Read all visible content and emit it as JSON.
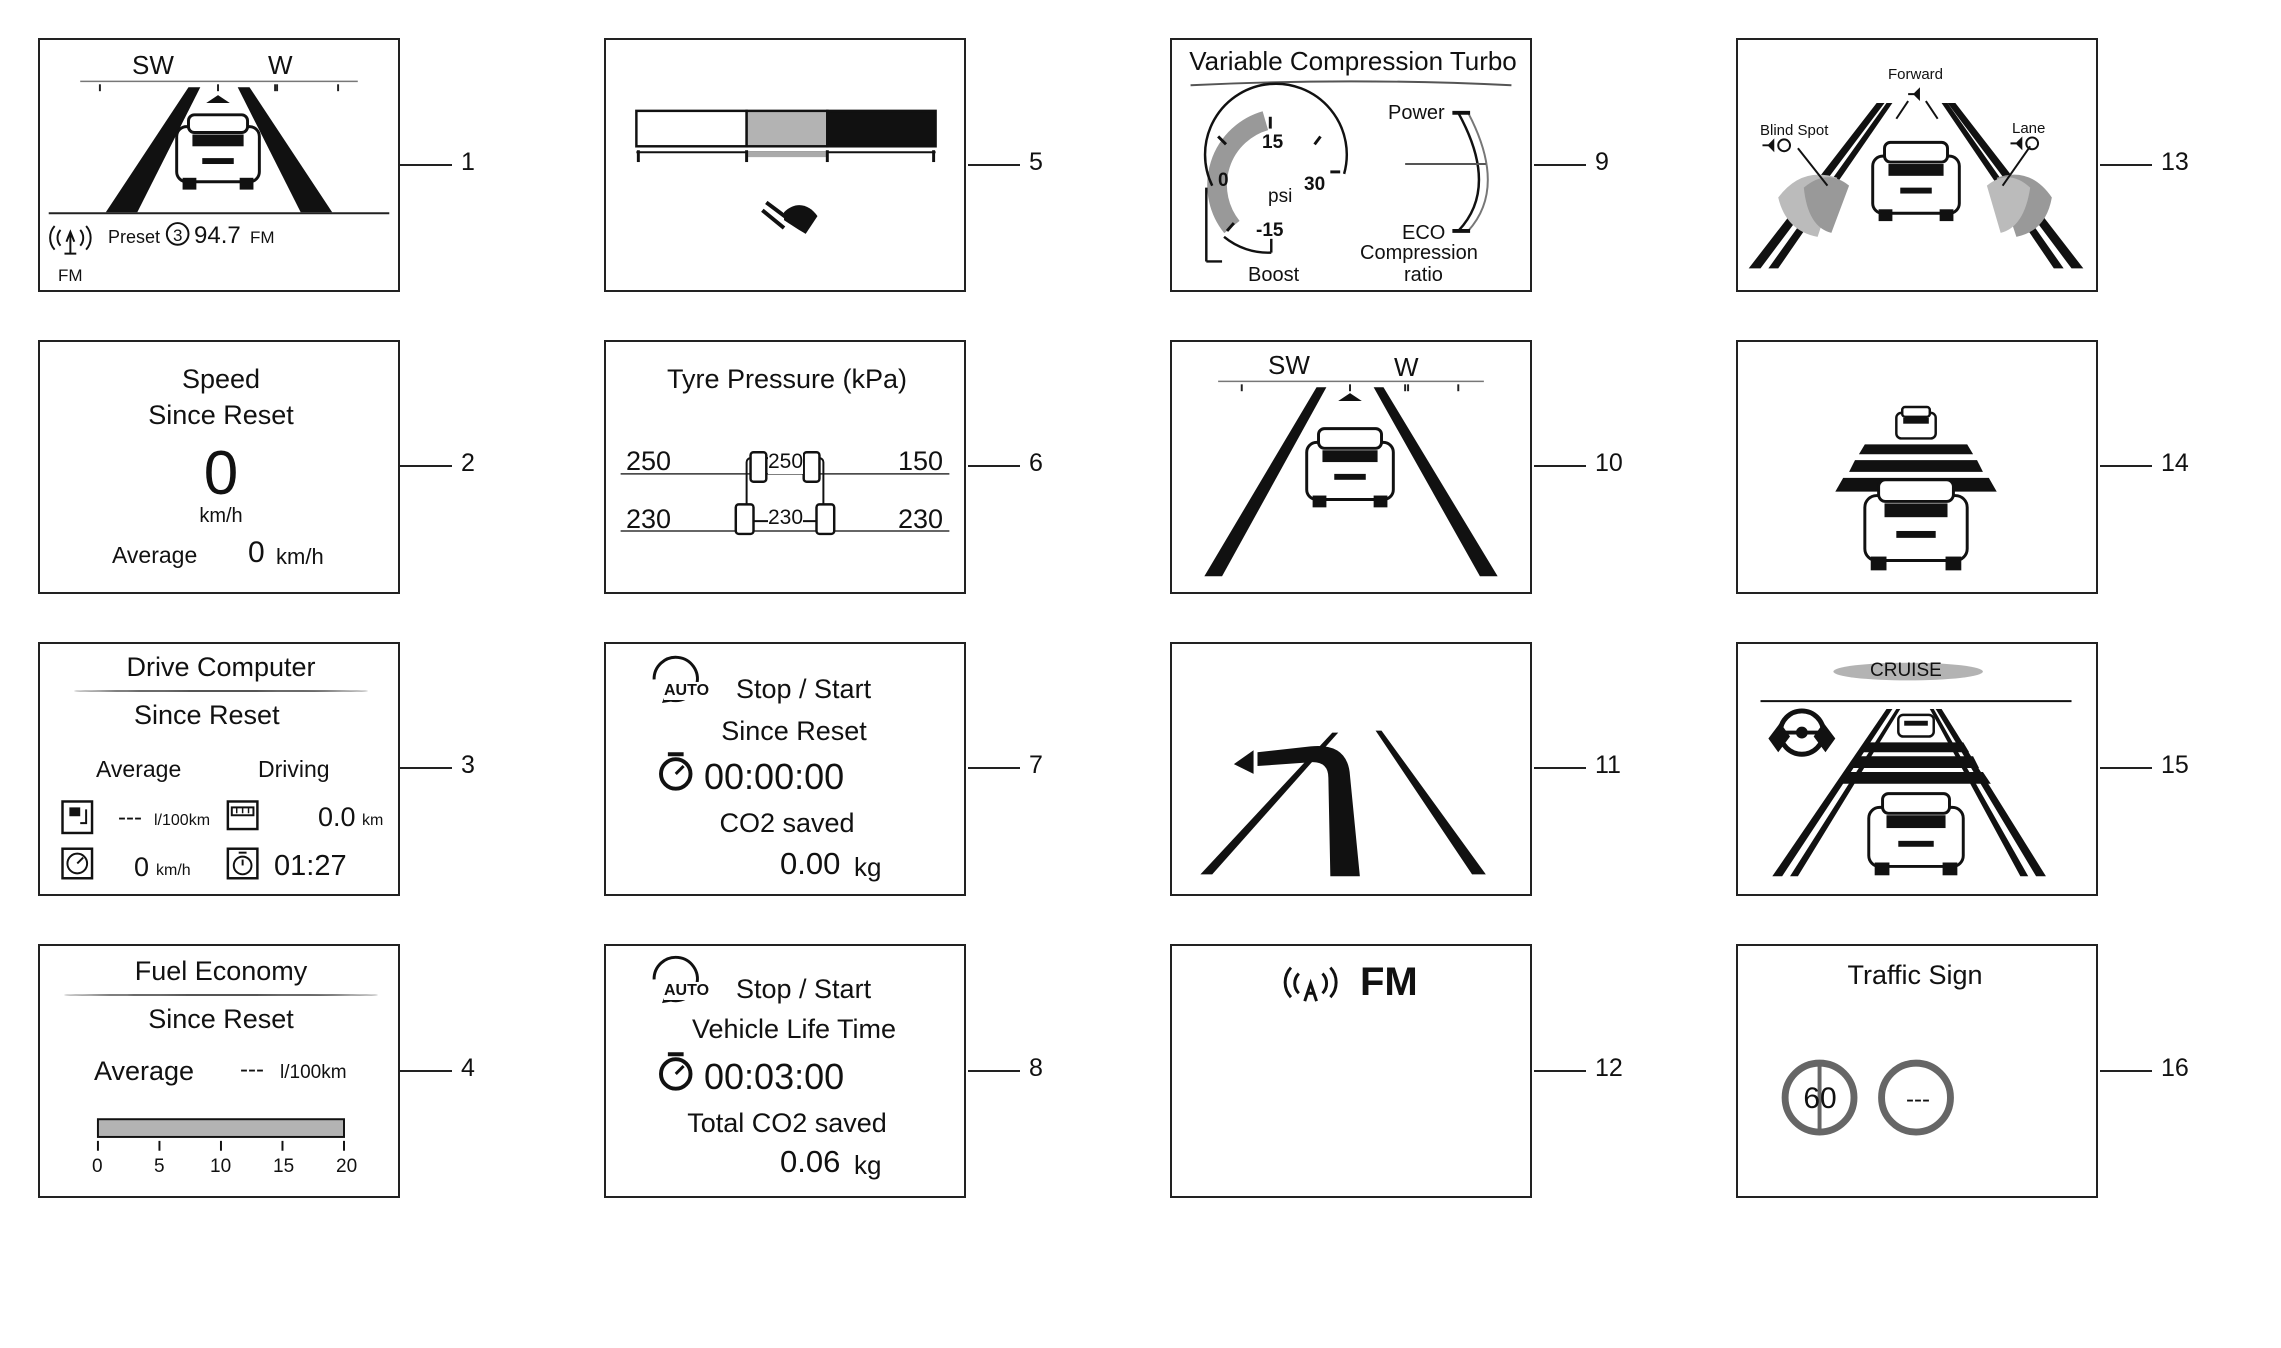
{
  "panels": [
    {
      "num": "1",
      "compass_left": "SW",
      "compass_right": "W",
      "preset_label": "Preset",
      "preset_no": "3",
      "freq": "94.7",
      "band": "FM",
      "band_icon_label": "FM"
    },
    {
      "num": "2",
      "title1": "Speed",
      "title2": "Since Reset",
      "value": "0",
      "unit": "km/h",
      "avg_label": "Average",
      "avg_value": "0",
      "avg_unit": "km/h"
    },
    {
      "num": "3",
      "title": "Drive Computer",
      "sub": "Since Reset",
      "col1": "Average",
      "col2": "Driving",
      "fuel_value": "---",
      "fuel_unit": "l/100km",
      "dist_value": "0.0",
      "dist_unit": "km",
      "speed_value": "0",
      "speed_unit": "km/h",
      "time_value": "01:27"
    },
    {
      "num": "4",
      "title": "Fuel Economy",
      "sub": "Since Reset",
      "avg_label": "Average",
      "avg_value": "---",
      "avg_unit": "l/100km",
      "scale": [
        "0",
        "5",
        "10",
        "15",
        "20"
      ]
    },
    {
      "num": "5"
    },
    {
      "num": "6",
      "title": "Tyre Pressure (kPa)",
      "fl": "250",
      "fr": "150",
      "rl": "230",
      "rr": "230",
      "fc": "250",
      "rc": "230"
    },
    {
      "num": "7",
      "auto": "AUTO",
      "title": "Stop / Start",
      "sub": "Since Reset",
      "time": "00:00:00",
      "co2_label": "CO2 saved",
      "co2_value": "0.00",
      "co2_unit": "kg"
    },
    {
      "num": "8",
      "auto": "AUTO",
      "title": "Stop / Start",
      "sub": "Vehicle Life Time",
      "time": "00:03:00",
      "co2_label": "Total CO2 saved",
      "co2_value": "0.06",
      "co2_unit": "kg"
    },
    {
      "num": "9",
      "title": "Variable Compression Turbo",
      "g15": "15",
      "g0": "0",
      "g30": "30",
      "gm15": "-15",
      "psi": "psi",
      "boost": "Boost",
      "power": "Power",
      "eco": "ECO",
      "comp1": "Compression",
      "comp2": "ratio"
    },
    {
      "num": "10",
      "compass_left": "SW",
      "compass_right": "W"
    },
    {
      "num": "11"
    },
    {
      "num": "12",
      "band": "FM"
    },
    {
      "num": "13",
      "forward": "Forward",
      "blind": "Blind Spot",
      "lane": "Lane"
    },
    {
      "num": "14"
    },
    {
      "num": "15",
      "cruise": "CRUISE"
    },
    {
      "num": "16",
      "title": "Traffic Sign",
      "limit": "60",
      "unknown": "---"
    }
  ]
}
